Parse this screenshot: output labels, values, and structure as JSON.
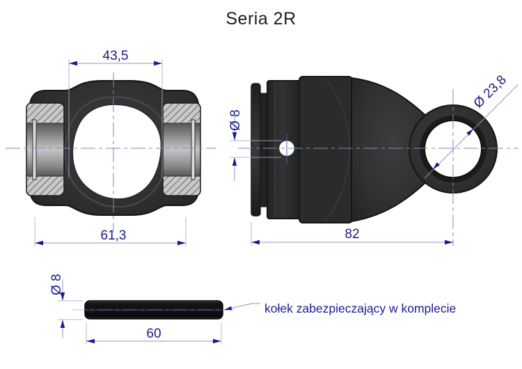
{
  "title": "Seria 2R",
  "accent_colors": {
    "dimension_text": "#1b1b8e",
    "dimension_line": "#8d96c2",
    "centerline": "#7f8abd",
    "part_body": "#2e2e2e",
    "hatch_fill": "#c8c8c8"
  },
  "front_view": {
    "name": "yoke front view",
    "dim_top_width": "43,5",
    "dim_bottom_width": "61,3"
  },
  "side_view": {
    "name": "yoke side view",
    "dim_pin_hole": "Ø 8",
    "dim_length": "82",
    "dim_bore": "Ø 23,8"
  },
  "pin_view": {
    "name": "securing pin",
    "dim_diameter": "Ø 8",
    "dim_length": "60",
    "note": "kołek zabezpieczający w komplecie"
  }
}
